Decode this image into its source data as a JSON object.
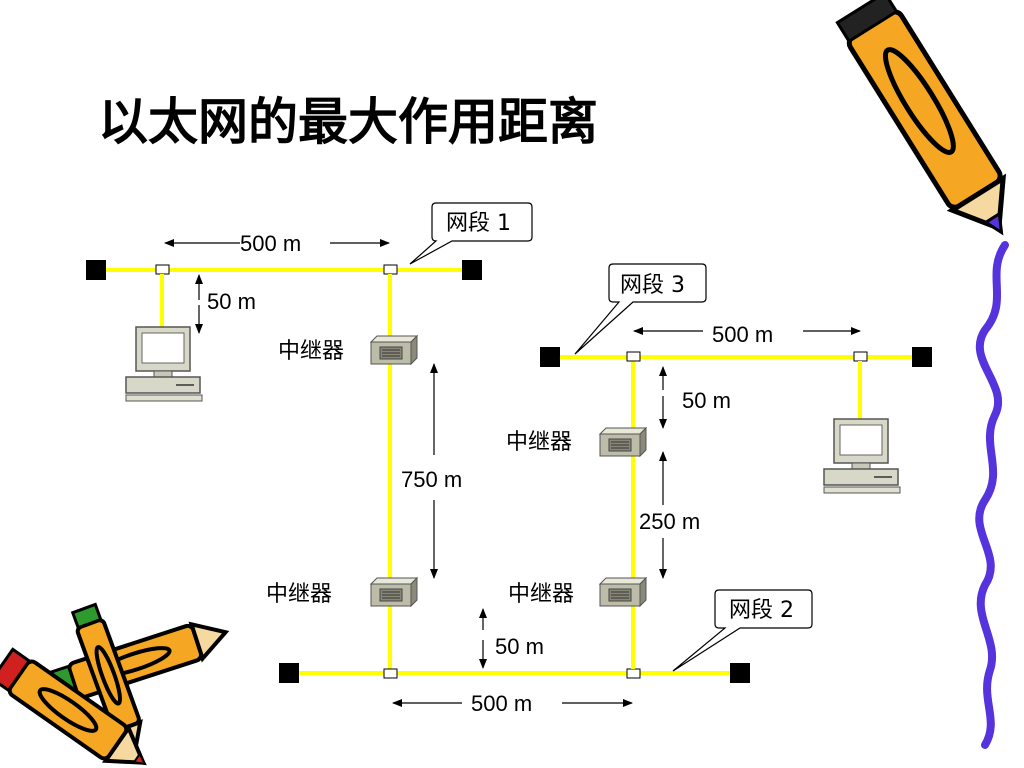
{
  "title": "以太网的最大作用距离",
  "segments": [
    {
      "id": "seg1",
      "label": "网段 1",
      "length": "500 m"
    },
    {
      "id": "seg2",
      "label": "网段 2",
      "length": "500 m"
    },
    {
      "id": "seg3",
      "label": "网段 3",
      "length": "500 m"
    }
  ],
  "repeater_label": "中继器",
  "distances": {
    "drop1": "50 m",
    "vertical_left": "750 m",
    "drop_bottom": "50 m",
    "drop3": "50 m",
    "vertical_right": "250 m"
  },
  "colors": {
    "cable": "#ffff00",
    "accent_pencil": "#f5a623",
    "squiggle": "#5533dd"
  },
  "icons": [
    "pencil-icon",
    "computer-icon",
    "repeater-icon",
    "terminator-icon"
  ]
}
